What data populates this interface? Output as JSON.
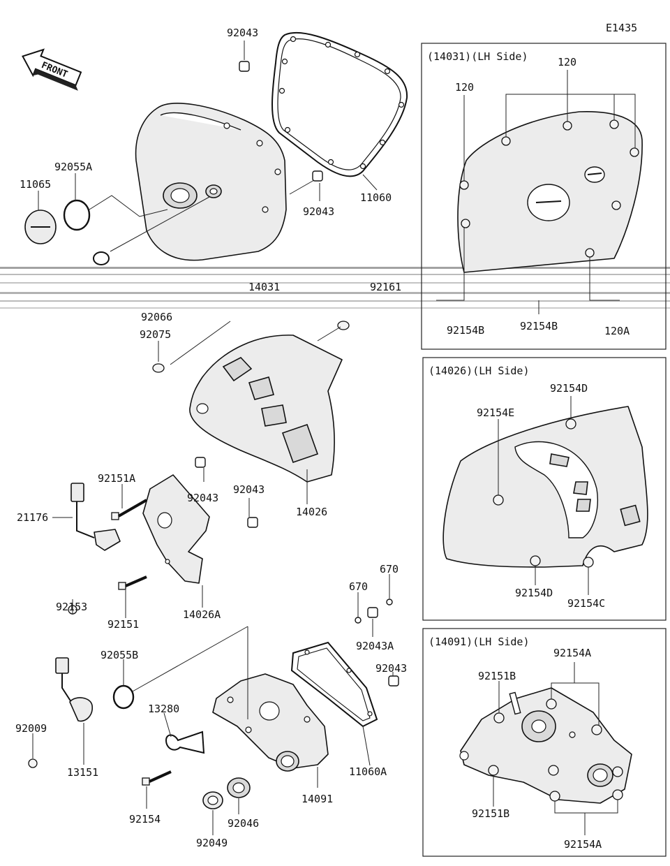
{
  "diagram_id": "E1435",
  "front_label": "FRONT",
  "inset_boxes": [
    {
      "title": "(14031)(LH Side)"
    },
    {
      "title": "(14026)(LH Side)"
    },
    {
      "title": "(14091)(LH Side)"
    }
  ],
  "callouts": {
    "p92043_top": "92043",
    "p92055A": "92055A",
    "p11065": "11065",
    "p11060": "11060",
    "p92043_mid": "92043",
    "p14031": "14031",
    "p92161": "92161",
    "p92066": "92066",
    "p92075": "92075",
    "p14026": "14026",
    "p92151A": "92151A",
    "p92043_a": "92043",
    "p92043_b": "92043",
    "p21176": "21176",
    "p92153": "92153",
    "p92151": "92151",
    "p14026A": "14026A",
    "p670_a": "670",
    "p670_b": "670",
    "p92043A": "92043A",
    "p92055B": "92055B",
    "p92043_c": "92043",
    "p13280": "13280",
    "p92009": "92009",
    "p13151": "13151",
    "p11060A": "11060A",
    "p14091": "14091",
    "p92154": "92154",
    "p92046": "92046",
    "p92049": "92049",
    "b1_120_a": "120",
    "b1_120_b": "120",
    "b1_92154B_a": "92154B",
    "b1_92154B_b": "92154B",
    "b1_120A": "120A",
    "b2_92154D_a": "92154D",
    "b2_92154E": "92154E",
    "b2_92154D_b": "92154D",
    "b2_92154C": "92154C",
    "b3_92154A_a": "92154A",
    "b3_92151B_a": "92151B",
    "b3_92151B_b": "92151B",
    "b3_92154A_b": "92154A"
  }
}
